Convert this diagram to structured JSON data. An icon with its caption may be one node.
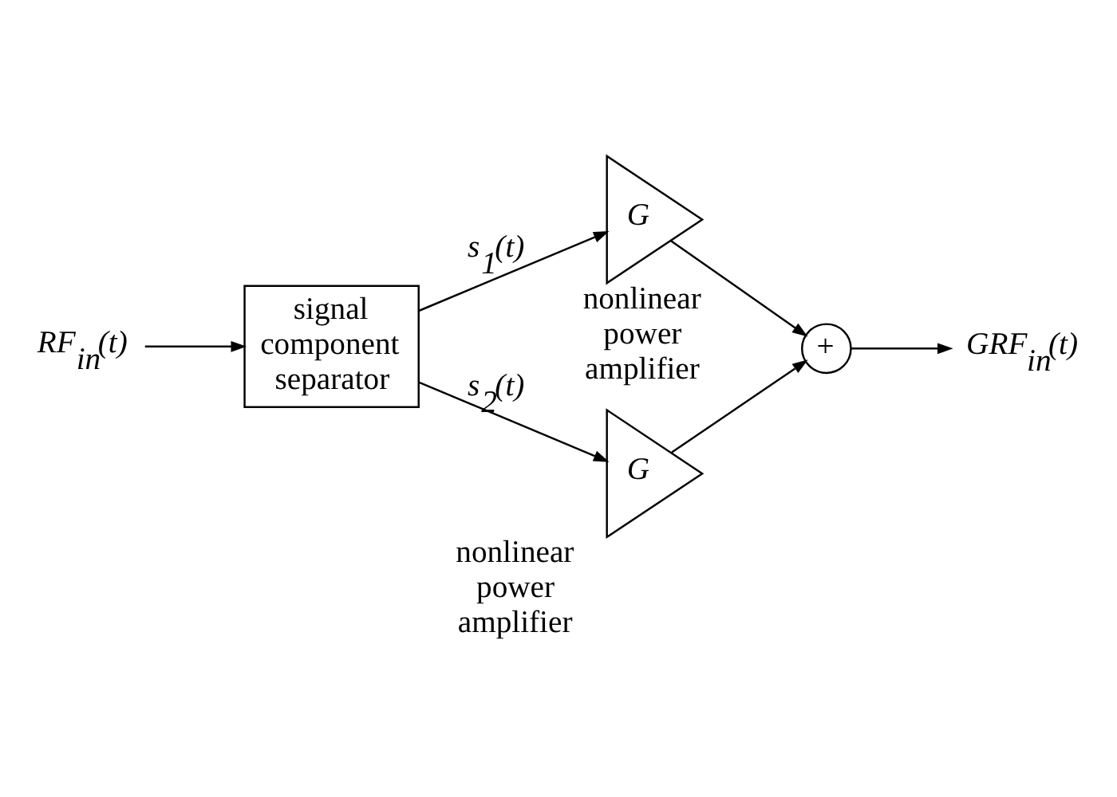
{
  "diagram": {
    "nodes": [
      {
        "text": [
          "RF$_{in}$(t)"
        ]
      },
      {
        "text": [
          "signal component separator"
        ]
      },
      {
        "text": [
          "G"
        ],
        "beside": [
          "nonlinear power amplifier"
        ]
      },
      {
        "text": [
          "G"
        ],
        "beside": [
          "nonlinear power amplifier"
        ]
      },
      {
        "text": [
          "+"
        ]
      },
      {
        "text": [
          "GRF$_{in}$(t)"
        ]
      }
    ],
    "edges": [
      {
        "from": 0,
        "to": 1,
        "arrow": "to"
      },
      {
        "from": 1,
        "to": 2,
        "arrow": "to",
        "label": "s$_{1}$(t)"
      },
      {
        "from": 1,
        "to": 3,
        "arrow": "to",
        "label": "s$_{2}$(t)"
      },
      {
        "from": 2,
        "to": 4,
        "arrow": "to"
      },
      {
        "from": 3,
        "to": 4,
        "arrow": "to"
      },
      {
        "from": 4,
        "to": 5,
        "arrow": "to"
      }
    ]
  }
}
